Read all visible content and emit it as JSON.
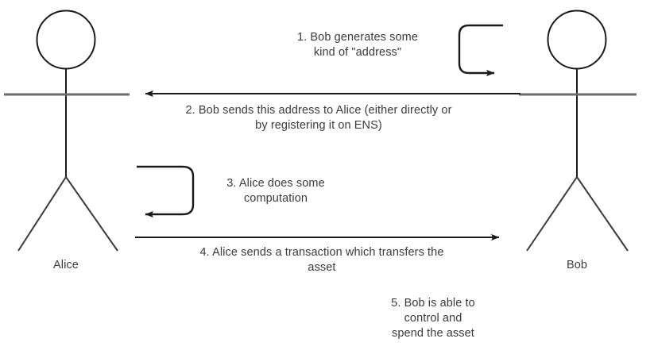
{
  "diagram": {
    "title": "Alice and Bob address generation and asset transfer sequence",
    "background_color": "#ffffff",
    "line_color": "#1a1a1a",
    "arm_color": "#6b6b6b",
    "text_color": "#3b3b3b"
  },
  "actors": [
    {
      "id": "alice",
      "label": "Alice",
      "side": "left"
    },
    {
      "id": "bob",
      "label": "Bob",
      "side": "right"
    }
  ],
  "steps": [
    {
      "number": "1",
      "text": "1. Bob generates some\nkind of \"address\"",
      "arrow": "self-loop",
      "actor": "bob"
    },
    {
      "number": "2",
      "text": "2. Bob sends this address to Alice (either directly or\nby registering it on ENS)",
      "arrow": "right-to-left",
      "actor": "bob"
    },
    {
      "number": "3",
      "text": "3. Alice does some\ncomputation",
      "arrow": "self-loop",
      "actor": "alice"
    },
    {
      "number": "4",
      "text": "4. Alice sends a transaction which transfers the\nasset",
      "arrow": "left-to-right",
      "actor": "alice"
    },
    {
      "number": "5",
      "text": "5. Bob is able to\ncontrol and\nspend the asset",
      "arrow": "none",
      "actor": "bob"
    }
  ]
}
